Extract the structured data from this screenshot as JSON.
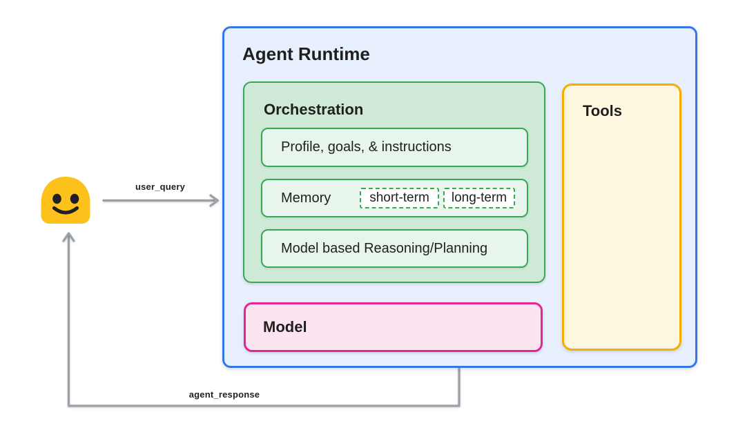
{
  "runtime": {
    "title": "Agent Runtime"
  },
  "orchestration": {
    "title": "Orchestration",
    "profile": {
      "label": "Profile, goals, & instructions"
    },
    "memory": {
      "label": "Memory",
      "chips": [
        "short-term",
        "long-term"
      ]
    },
    "reasoning": {
      "label": "Model based Reasoning/Planning"
    }
  },
  "model": {
    "title": "Model"
  },
  "tools": {
    "title": "Tools"
  },
  "flow": {
    "user_query_label": "user_query",
    "agent_response_label": "agent_response"
  },
  "icons": {
    "user": "smiley-blob-emoji",
    "user_query_arrow": "right-arrow",
    "agent_response_arrow": "return-up-arrow"
  },
  "colors": {
    "runtime_border": "#3377e8",
    "runtime_fill": "#e8f0fe",
    "green_border": "#34a853",
    "orch_fill": "#ceead6",
    "item_fill": "#e8f5ec",
    "chip_fill": "#ffffff",
    "pink_border": "#e52592",
    "pink_fill": "#fce4f1",
    "yellow_border": "#f9ab00",
    "yellow_fill": "#fef7e0",
    "arrow": "#9aa0a6",
    "emoji_body": "#fcc21b",
    "emoji_face": "#202124",
    "text": "#1f1f1f"
  }
}
